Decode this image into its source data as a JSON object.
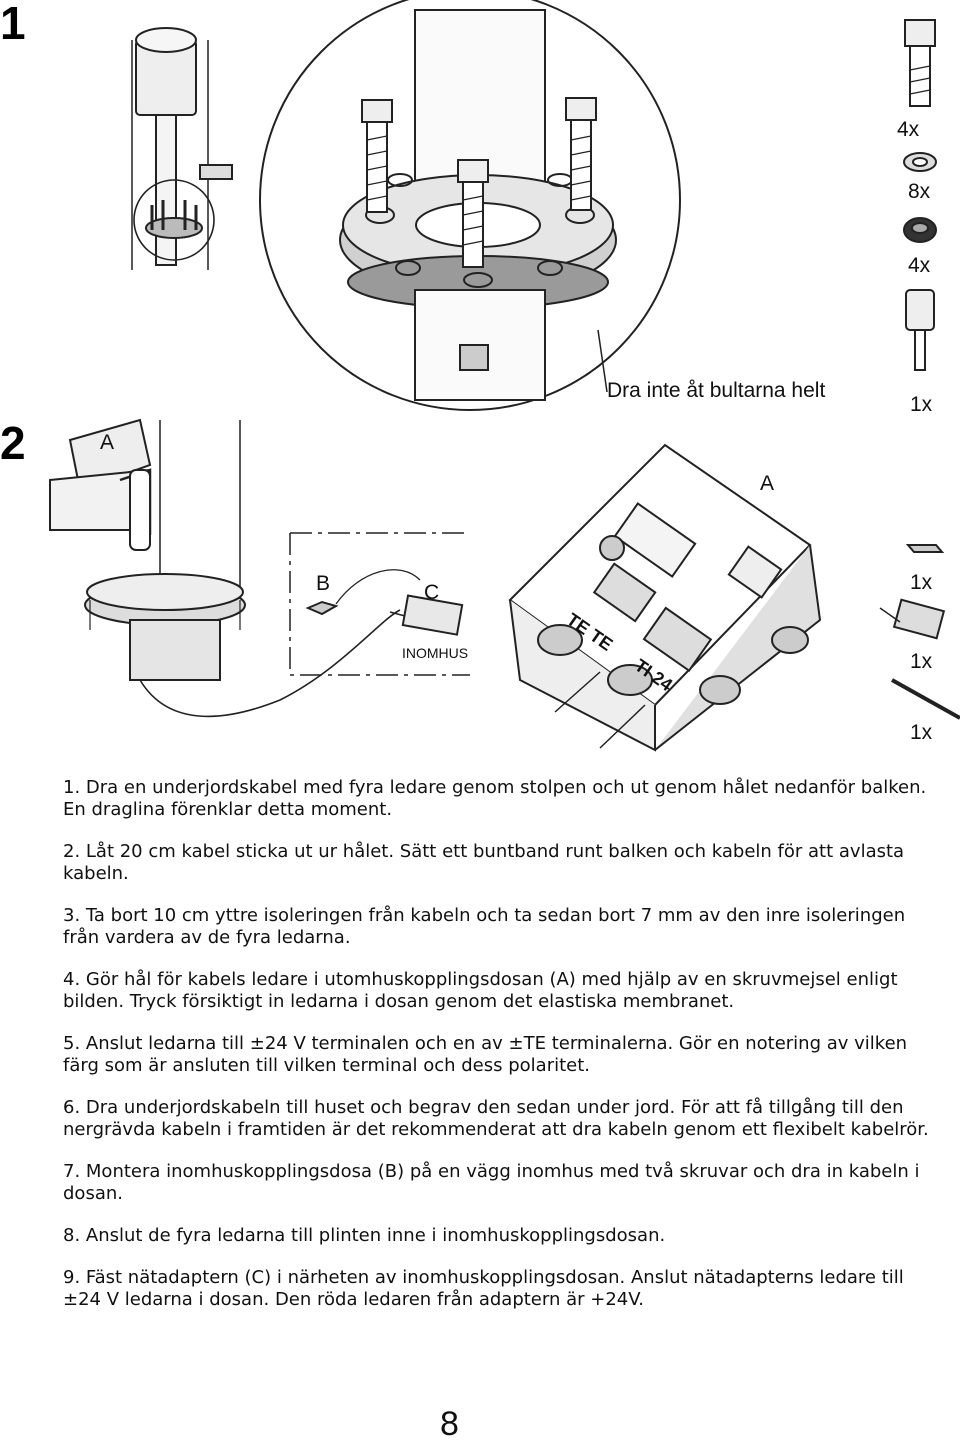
{
  "steps": {
    "one": "1",
    "two": "2"
  },
  "labels": {
    "warning": "Dra inte åt bultarna helt",
    "junction_outdoor_top": "A",
    "junction_outdoor_left": "A",
    "indoor_box": "B",
    "adapter": "C",
    "indoor": "INOMHUS",
    "terminal_te": "TE TE",
    "terminal_power": "TI 24"
  },
  "quantities": [
    "4x",
    "8x",
    "4x",
    "1x",
    "1x",
    "1x",
    "1x"
  ],
  "instructions": [
    "1. Dra en underjordskabel med fyra ledare genom stolpen och ut genom hålet nedanför balken. En draglina förenklar detta moment.",
    "2. Låt 20 cm kabel sticka ut ur hålet. Sätt ett buntband runt balken och kabeln för att avlasta kabeln.",
    "3. Ta bort 10 cm yttre isoleringen från kabeln och ta sedan bort 7 mm av den inre isoleringen från vardera av de fyra ledarna.",
    "4. Gör hål för kabels ledare i utomhuskopplingsdosan (A) med hjälp av en skruvmejsel enligt bilden. Tryck försiktigt in ledarna i dosan genom det elastiska membranet.",
    "5. Anslut ledarna till ±24 V terminalen och en av ±TE terminalerna. Gör en notering av vilken färg som är ansluten till vilken terminal och dess polaritet.",
    "6. Dra underjordskabeln till huset och begrav den sedan under jord. För att få tillgång till den nergrävda kabeln i framtiden är det rekommenderat att dra kabeln genom ett flexibelt kabelrör.",
    "7. Montera inomhuskopplingsdosa (B) på en vägg inomhus med två skruvar och dra in kabeln i dosan.",
    "8. Anslut de fyra ledarna till plinten inne i inomhuskopplingsdosan.",
    "9. Fäst nätadaptern (C) i närheten av inomhuskopplingsdosan. Anslut nätadapterns ledare till ±24 V ledarna i dosan. Den röda ledaren från adaptern är +24V."
  ],
  "page_number": "8"
}
